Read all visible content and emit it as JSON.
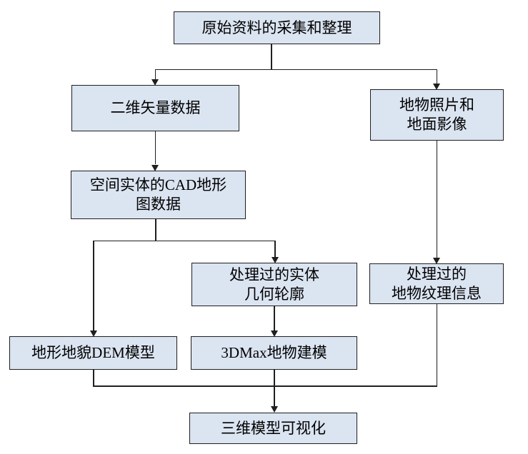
{
  "diagram": {
    "title": "3D modeling and visualization workflow flowchart",
    "colors": {
      "canvas_bg": "#ffffff",
      "node_fill": "#dbe4f1",
      "node_border": "#1f1f1f",
      "line_color": "#1f1f1f",
      "text_color": "#000000"
    },
    "nodes": {
      "root": {
        "label": "原始资料的采集和整理"
      },
      "vector2d": {
        "label": "二维矢量数据"
      },
      "photos": {
        "label": "地物照片和\n地面影像"
      },
      "cad": {
        "label": "空间实体的CAD地形\n图数据"
      },
      "geometry": {
        "label": "处理过的实体\n几何轮廓"
      },
      "texture": {
        "label": "处理过的\n地物纹理信息"
      },
      "dem": {
        "label": "地形地貌DEM模型"
      },
      "max3d": {
        "label": "3DMax地物建模"
      },
      "visualization": {
        "label": "三维模型可视化"
      }
    },
    "edges": [
      {
        "from": "root",
        "to": "vector2d"
      },
      {
        "from": "root",
        "to": "photos"
      },
      {
        "from": "vector2d",
        "to": "cad"
      },
      {
        "from": "cad",
        "to": "dem"
      },
      {
        "from": "cad",
        "to": "geometry"
      },
      {
        "from": "geometry",
        "to": "max3d"
      },
      {
        "from": "photos",
        "to": "texture"
      },
      {
        "from": "dem",
        "to": "visualization"
      },
      {
        "from": "max3d",
        "to": "visualization"
      },
      {
        "from": "texture",
        "to": "visualization"
      }
    ]
  }
}
